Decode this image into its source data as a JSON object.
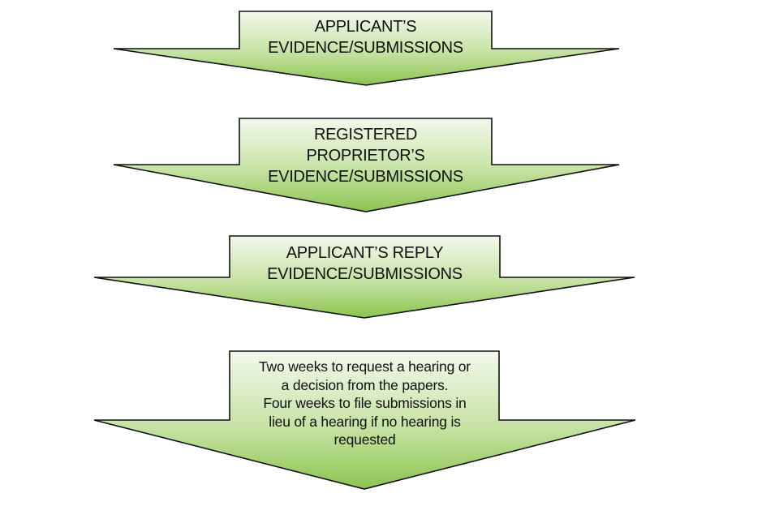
{
  "title": "Process flow",
  "colors": {
    "gradient_top": "#f3f9ec",
    "gradient_mid": "#c6e3a4",
    "gradient_bottom": "#8cc450",
    "outline": "#111111",
    "text": "#111111"
  },
  "steps": [
    {
      "id": "applicant-evidence",
      "lines": [
        "APPLICANT’S",
        "EVIDENCE/SUBMISSIONS"
      ]
    },
    {
      "id": "registered-proprietor-evidence",
      "lines": [
        "REGISTERED",
        "PROPRIETOR’S",
        "EVIDENCE/SUBMISSIONS"
      ]
    },
    {
      "id": "applicant-reply-evidence",
      "lines": [
        "APPLICANT’S REPLY",
        "EVIDENCE/SUBMISSIONS"
      ]
    },
    {
      "id": "hearing-request",
      "lines": [
        "Two weeks to request a hearing or",
        "a decision from the papers.",
        "Four weeks to file submissions in",
        "lieu of a hearing if no hearing is",
        "requested"
      ]
    }
  ]
}
